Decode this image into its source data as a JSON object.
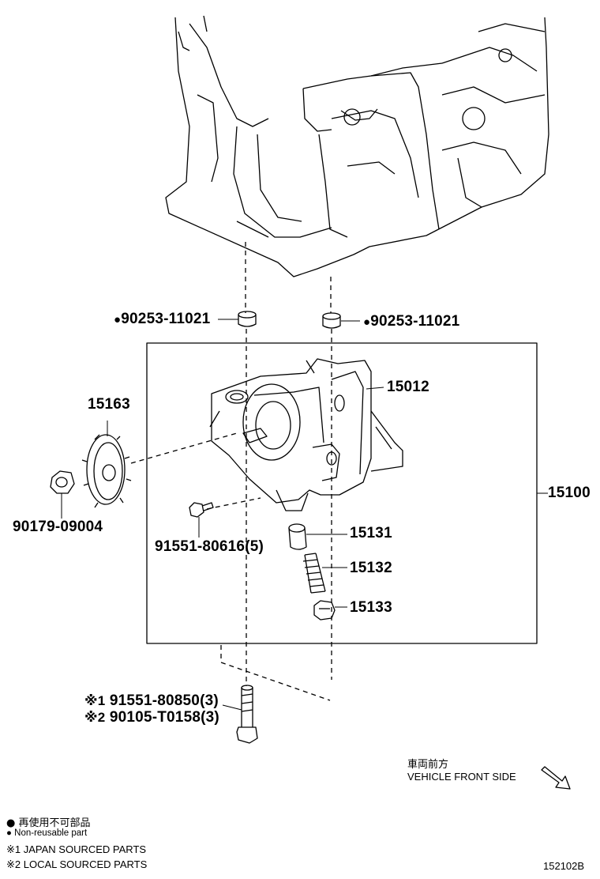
{
  "callouts": {
    "bolt_91551_80616": "91551-80616(5)",
    "part_15100": "15100",
    "part_15012": "15012",
    "part_15163": "15163",
    "part_90179": "90179-09004",
    "part_15131": "15131",
    "part_15132": "15132",
    "part_15133": "15133",
    "pin_left": "90253-11021",
    "pin_right": "90253-11021",
    "bolt_91551_80850": "91551-80850(3)",
    "bolt_90105_T0158": "90105-T0158(3)"
  },
  "markers": {
    "non_reusable": "●",
    "sourced": "※",
    "note1_num": "1",
    "note2_num": "2"
  },
  "direction": {
    "jp": "車両前方",
    "en": "VEHICLE FRONT SIDE",
    "icon": "arrow-down-right-icon"
  },
  "legend": {
    "non_reusable_jp": "再使用不可部品",
    "non_reusable_en": "Non-reusable part",
    "japan_sourced": "1 JAPAN SOURCED PARTS",
    "local_sourced": "2 LOCAL SOURCED PARTS"
  },
  "diagram_code": "152102B"
}
